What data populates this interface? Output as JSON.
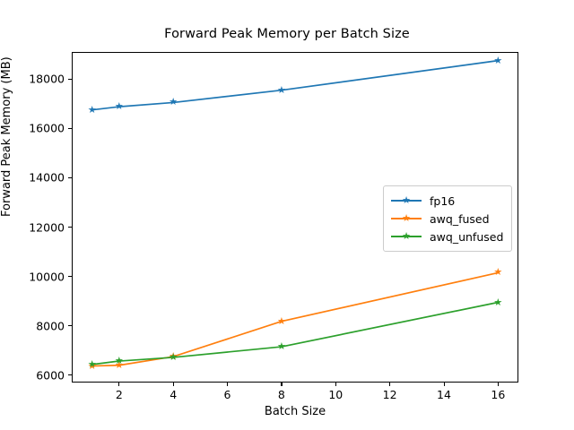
{
  "chart_data": {
    "type": "line",
    "title": "Forward Peak Memory per Batch Size",
    "xlabel": "Batch Size",
    "ylabel": "Forward Peak Memory (MB)",
    "x": [
      1,
      2,
      4,
      8,
      16
    ],
    "xlim": [
      0.25,
      16.75
    ],
    "ylim": [
      5700,
      19100
    ],
    "xticks": [
      2,
      4,
      6,
      8,
      10,
      12,
      14,
      16
    ],
    "xtick_labels": [
      "2",
      "4",
      "6",
      "8",
      "10",
      "12",
      "14",
      "16"
    ],
    "yticks": [
      6000,
      8000,
      10000,
      12000,
      14000,
      16000,
      18000
    ],
    "ytick_labels": [
      "6000",
      "8000",
      "10000",
      "12000",
      "14000",
      "16000",
      "18000"
    ],
    "grid": false,
    "legend_position": "center right",
    "marker": "star",
    "series": [
      {
        "name": "fp16",
        "color": "#1f77b4",
        "values": [
          16750,
          16880,
          17050,
          17550,
          18750
        ]
      },
      {
        "name": "awq_fused",
        "color": "#ff7f0e",
        "values": [
          6370,
          6400,
          6750,
          8180,
          10150
        ]
      },
      {
        "name": "awq_unfused",
        "color": "#2ca02c",
        "values": [
          6430,
          6570,
          6720,
          7150,
          8950
        ]
      }
    ]
  }
}
